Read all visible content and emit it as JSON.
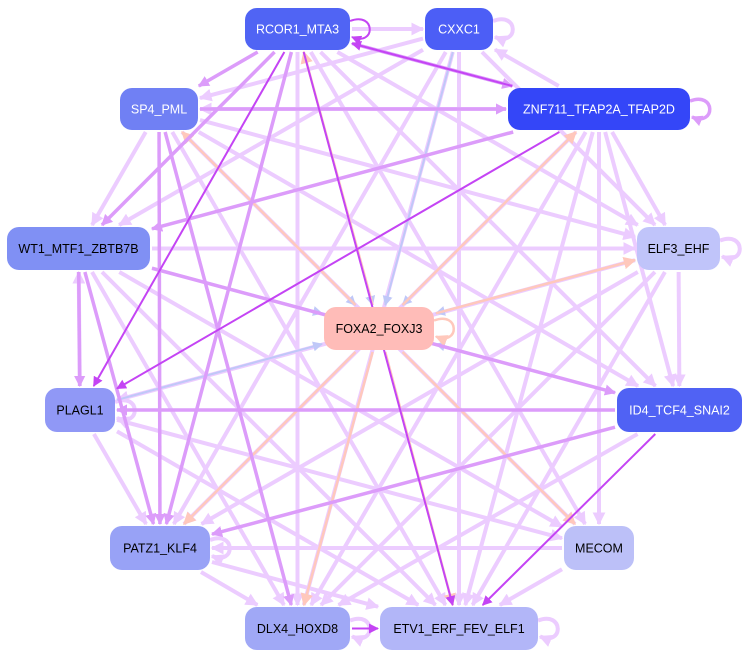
{
  "graph": {
    "nodes": [
      {
        "id": "RCOR1_MTA3",
        "label": "RCOR1_MTA3",
        "fill": "#5064f4",
        "text": "#ffffff"
      },
      {
        "id": "CXXC1",
        "label": "CXXC1",
        "fill": "#4c5ef6",
        "text": "#ffffff"
      },
      {
        "id": "SP4_PML",
        "label": "SP4_PML",
        "fill": "#7080f4",
        "text": "#ffffff"
      },
      {
        "id": "ZNF711_TFAP2A_TFAP2D",
        "label": "ZNF711_TFAP2A_TFAP2D",
        "fill": "#3446f8",
        "text": "#ffffff"
      },
      {
        "id": "WT1_MTF1_ZBTB7B",
        "label": "WT1_MTF1_ZBTB7B",
        "fill": "#8090f4",
        "text": "#000000"
      },
      {
        "id": "ELF3_EHF",
        "label": "ELF3_EHF",
        "fill": "#c0c4fa",
        "text": "#000000"
      },
      {
        "id": "FOXA2_FOXJ3",
        "label": "FOXA2_FOXJ3",
        "fill": "#ffbcb8",
        "text": "#000000"
      },
      {
        "id": "PLAGL1",
        "label": "PLAGL1",
        "fill": "#9098f6",
        "text": "#000000"
      },
      {
        "id": "ID4_TCF4_SNAI2",
        "label": "ID4_TCF4_SNAI2",
        "fill": "#5062f4",
        "text": "#ffffff"
      },
      {
        "id": "PATZ1_KLF4",
        "label": "PATZ1_KLF4",
        "fill": "#98a2f6",
        "text": "#000000"
      },
      {
        "id": "MECOM",
        "label": "MECOM",
        "fill": "#bcc0f8",
        "text": "#000000"
      },
      {
        "id": "DLX4_HOXD8",
        "label": "DLX4_HOXD8",
        "fill": "#a0a8f6",
        "text": "#000000"
      },
      {
        "id": "ETV1_ERF_FEV_ELF1",
        "label": "ETV1_ERF_FEV_ELF1",
        "fill": "#b2b6f8",
        "text": "#000000"
      }
    ],
    "edge_colors": {
      "weak": "#ecccff",
      "mid": "#dc9cfa",
      "strong": "#c444f4",
      "peach": "#ffc8bc",
      "blue": "#c0c8f8"
    },
    "edges": [
      [
        "RCOR1_MTA3",
        "CXXC1",
        "weak"
      ],
      [
        "RCOR1_MTA3",
        "RCOR1_MTA3",
        "strong"
      ],
      [
        "CXXC1",
        "CXXC1",
        "weak"
      ],
      [
        "ZNF711_TFAP2A_TFAP2D",
        "RCOR1_MTA3",
        "strong"
      ],
      [
        "RCOR1_MTA3",
        "ZNF711_TFAP2A_TFAP2D",
        "mid"
      ],
      [
        "ZNF711_TFAP2A_TFAP2D",
        "CXXC1",
        "weak"
      ],
      [
        "ZNF711_TFAP2A_TFAP2D",
        "ZNF711_TFAP2A_TFAP2D",
        "mid"
      ],
      [
        "RCOR1_MTA3",
        "SP4_PML",
        "mid"
      ],
      [
        "CXXC1",
        "SP4_PML",
        "weak"
      ],
      [
        "SP4_PML",
        "ZNF711_TFAP2A_TFAP2D",
        "mid"
      ],
      [
        "ZNF711_TFAP2A_TFAP2D",
        "SP4_PML",
        "weak"
      ],
      [
        "ELF3_EHF",
        "ELF3_EHF",
        "weak"
      ],
      [
        "RCOR1_MTA3",
        "WT1_MTF1_ZBTB7B",
        "mid"
      ],
      [
        "RCOR1_MTA3",
        "PLAGL1",
        "strong"
      ],
      [
        "RCOR1_MTA3",
        "PATZ1_KLF4",
        "mid"
      ],
      [
        "RCOR1_MTA3",
        "DLX4_HOXD8",
        "weak"
      ],
      [
        "RCOR1_MTA3",
        "ETV1_ERF_FEV_ELF1",
        "strong"
      ],
      [
        "RCOR1_MTA3",
        "FOXA2_FOXJ3",
        "blue"
      ],
      [
        "RCOR1_MTA3",
        "ELF3_EHF",
        "weak"
      ],
      [
        "RCOR1_MTA3",
        "MECOM",
        "weak"
      ],
      [
        "RCOR1_MTA3",
        "ID4_TCF4_SNAI2",
        "weak"
      ],
      [
        "CXXC1",
        "FOXA2_FOXJ3",
        "blue"
      ],
      [
        "CXXC1",
        "DLX4_HOXD8",
        "weak"
      ],
      [
        "CXXC1",
        "PATZ1_KLF4",
        "weak"
      ],
      [
        "CXXC1",
        "ETV1_ERF_FEV_ELF1",
        "weak"
      ],
      [
        "CXXC1",
        "ELF3_EHF",
        "weak"
      ],
      [
        "CXXC1",
        "WT1_MTF1_ZBTB7B",
        "weak"
      ],
      [
        "SP4_PML",
        "FOXA2_FOXJ3",
        "blue"
      ],
      [
        "SP4_PML",
        "PATZ1_KLF4",
        "mid"
      ],
      [
        "SP4_PML",
        "DLX4_HOXD8",
        "mid"
      ],
      [
        "SP4_PML",
        "ETV1_ERF_FEV_ELF1",
        "weak"
      ],
      [
        "SP4_PML",
        "ELF3_EHF",
        "weak"
      ],
      [
        "SP4_PML",
        "MECOM",
        "weak"
      ],
      [
        "SP4_PML",
        "ID4_TCF4_SNAI2",
        "weak"
      ],
      [
        "ZNF711_TFAP2A_TFAP2D",
        "FOXA2_FOXJ3",
        "blue"
      ],
      [
        "ZNF711_TFAP2A_TFAP2D",
        "WT1_MTF1_ZBTB7B",
        "mid"
      ],
      [
        "ZNF711_TFAP2A_TFAP2D",
        "PLAGL1",
        "strong"
      ],
      [
        "ZNF711_TFAP2A_TFAP2D",
        "PATZ1_KLF4",
        "weak"
      ],
      [
        "ZNF711_TFAP2A_TFAP2D",
        "DLX4_HOXD8",
        "weak"
      ],
      [
        "ZNF711_TFAP2A_TFAP2D",
        "MECOM",
        "weak"
      ],
      [
        "ZNF711_TFAP2A_TFAP2D",
        "ELF3_EHF",
        "weak"
      ],
      [
        "WT1_MTF1_ZBTB7B",
        "FOXA2_FOXJ3",
        "blue"
      ],
      [
        "WT1_MTF1_ZBTB7B",
        "ELF3_EHF",
        "weak"
      ],
      [
        "WT1_MTF1_ZBTB7B",
        "ID4_TCF4_SNAI2",
        "mid"
      ],
      [
        "WT1_MTF1_ZBTB7B",
        "PATZ1_KLF4",
        "mid"
      ],
      [
        "WT1_MTF1_ZBTB7B",
        "DLX4_HOXD8",
        "weak"
      ],
      [
        "WT1_MTF1_ZBTB7B",
        "MECOM",
        "weak"
      ],
      [
        "WT1_MTF1_ZBTB7B",
        "ETV1_ERF_FEV_ELF1",
        "weak"
      ],
      [
        "ELF3_EHF",
        "FOXA2_FOXJ3",
        "blue"
      ],
      [
        "ELF3_EHF",
        "ID4_TCF4_SNAI2",
        "weak"
      ],
      [
        "ELF3_EHF",
        "PATZ1_KLF4",
        "weak"
      ],
      [
        "ELF3_EHF",
        "DLX4_HOXD8",
        "weak"
      ],
      [
        "ELF3_EHF",
        "ETV1_ERF_FEV_ELF1",
        "weak"
      ],
      [
        "ELF3_EHF",
        "PLAGL1",
        "weak"
      ],
      [
        "FOXA2_FOXJ3",
        "FOXA2_FOXJ3",
        "peach"
      ],
      [
        "FOXA2_FOXJ3",
        "MECOM",
        "peach"
      ],
      [
        "FOXA2_FOXJ3",
        "ETV1_ERF_FEV_ELF1",
        "peach"
      ],
      [
        "FOXA2_FOXJ3",
        "DLX4_HOXD8",
        "peach"
      ],
      [
        "FOXA2_FOXJ3",
        "PATZ1_KLF4",
        "peach"
      ],
      [
        "FOXA2_FOXJ3",
        "ELF3_EHF",
        "peach"
      ],
      [
        "FOXA2_FOXJ3",
        "SP4_PML",
        "peach"
      ],
      [
        "FOXA2_FOXJ3",
        "RCOR1_MTA3",
        "peach"
      ],
      [
        "FOXA2_FOXJ3",
        "ZNF711_TFAP2A_TFAP2D",
        "peach"
      ],
      [
        "PLAGL1",
        "FOXA2_FOXJ3",
        "blue"
      ],
      [
        "ID4_TCF4_SNAI2",
        "FOXA2_FOXJ3",
        "blue"
      ],
      [
        "ID4_TCF4_SNAI2",
        "PLAGL1",
        "mid"
      ],
      [
        "PLAGL1",
        "PLAGL1",
        "weak"
      ],
      [
        "PLAGL1",
        "PATZ1_KLF4",
        "weak"
      ],
      [
        "PLAGL1",
        "WT1_MTF1_ZBTB7B",
        "weak"
      ],
      [
        "PLAGL1",
        "MECOM",
        "weak"
      ],
      [
        "PLAGL1",
        "ETV1_ERF_FEV_ELF1",
        "weak"
      ],
      [
        "ID4_TCF4_SNAI2",
        "PATZ1_KLF4",
        "mid"
      ],
      [
        "ID4_TCF4_SNAI2",
        "ETV1_ERF_FEV_ELF1",
        "strong"
      ],
      [
        "ID4_TCF4_SNAI2",
        "DLX4_HOXD8",
        "weak"
      ],
      [
        "MECOM",
        "PATZ1_KLF4",
        "weak"
      ],
      [
        "MECOM",
        "ETV1_ERF_FEV_ELF1",
        "weak"
      ],
      [
        "ZNF711_TFAP2A_TFAP2D",
        "ETV1_ERF_FEV_ELF1",
        "weak"
      ],
      [
        "PATZ1_KLF4",
        "PATZ1_KLF4",
        "weak"
      ],
      [
        "PATZ1_KLF4",
        "DLX4_HOXD8",
        "weak"
      ],
      [
        "PATZ1_KLF4",
        "ETV1_ERF_FEV_ELF1",
        "weak"
      ],
      [
        "DLX4_HOXD8",
        "ETV1_ERF_FEV_ELF1",
        "strong"
      ],
      [
        "DLX4_HOXD8",
        "DLX4_HOXD8",
        "weak"
      ],
      [
        "ETV1_ERF_FEV_ELF1",
        "ETV1_ERF_FEV_ELF1",
        "weak"
      ],
      [
        "WT1_MTF1_ZBTB7B",
        "PLAGL1",
        "mid"
      ],
      [
        "SP4_PML",
        "WT1_MTF1_ZBTB7B",
        "weak"
      ],
      [
        "ZNF711_TFAP2A_TFAP2D",
        "ID4_TCF4_SNAI2",
        "weak"
      ]
    ]
  }
}
